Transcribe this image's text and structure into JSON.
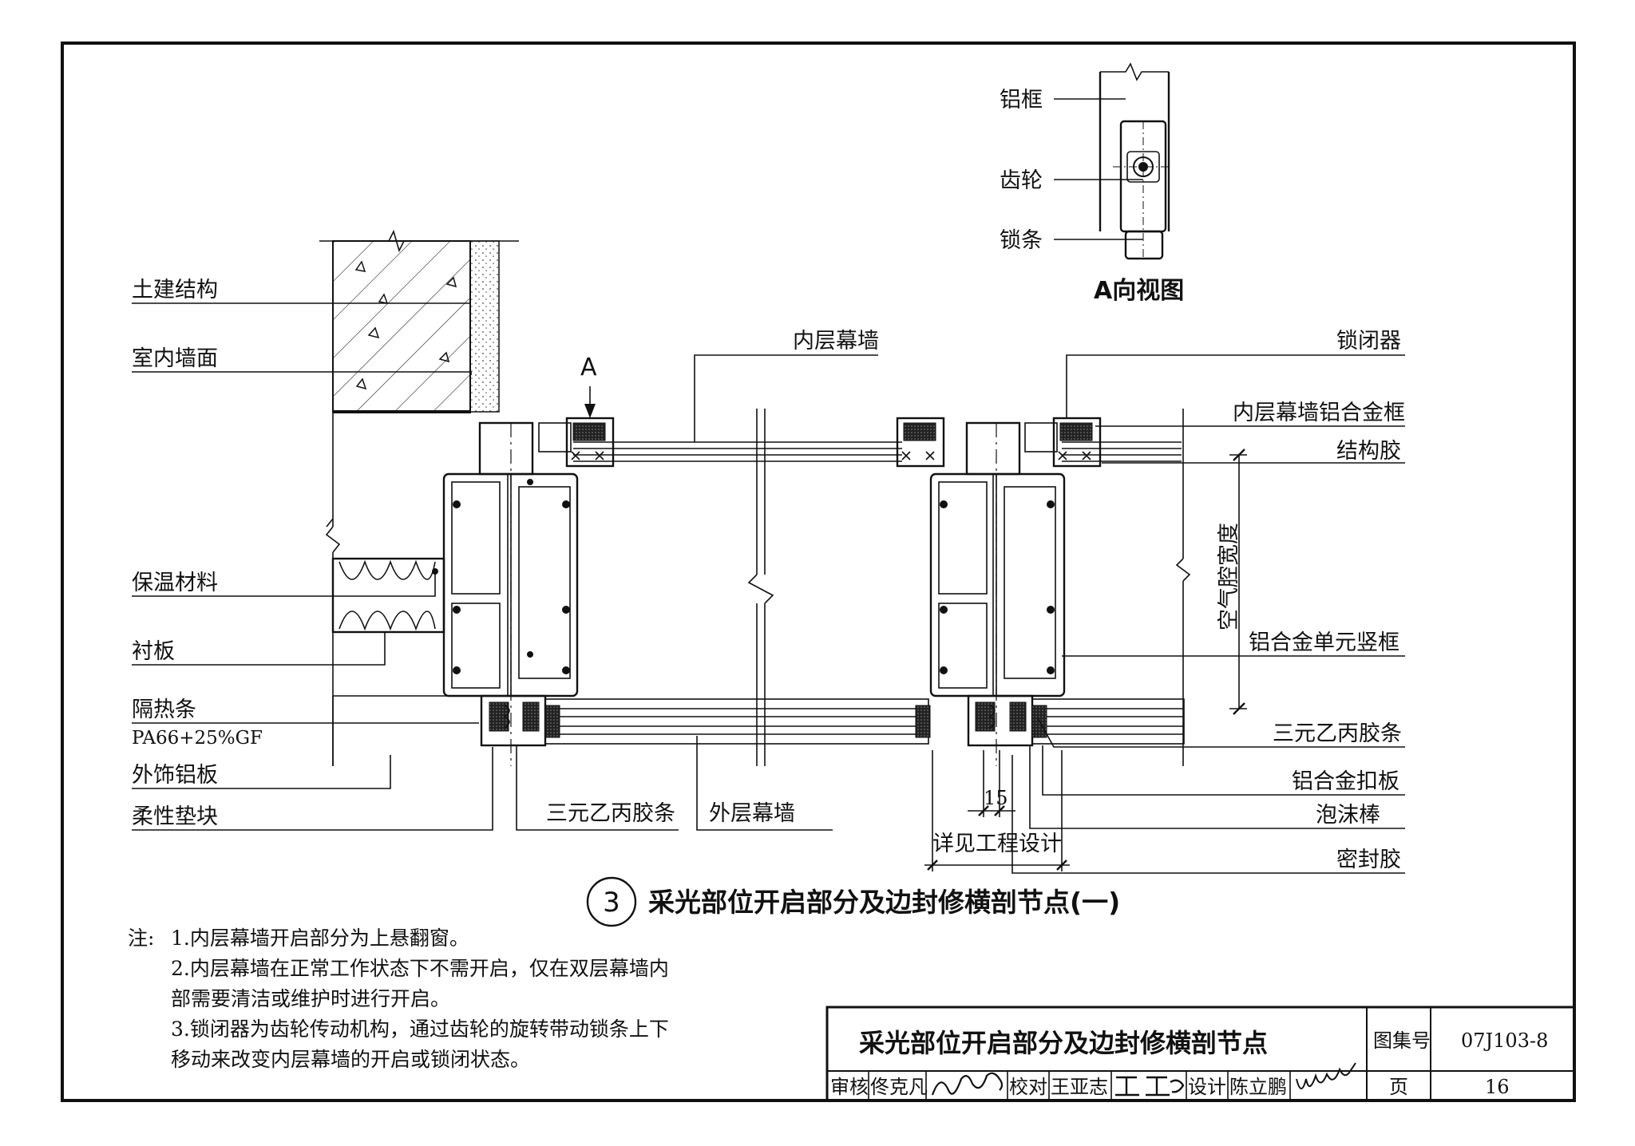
{
  "labels_left": {
    "civil_structure": "土建结构",
    "interior_wall": "室内墙面",
    "insulation": "保温材料",
    "liner_board": "衬板",
    "thermal_break": "隔热条",
    "thermal_break_material": "PA66+25%GF",
    "exterior_aluminum_panel": "外饰铝板",
    "flexible_pad": "柔性垫块"
  },
  "labels_bottom": {
    "epdm_strip": "三元乙丙胶条",
    "outer_curtain_wall": "外层幕墙",
    "see_engineering_design": "详见工程设计",
    "dim_15": "15"
  },
  "labels_center": {
    "inner_curtain_wall": "内层幕墙",
    "view_marker": "A",
    "air_cavity_width": "空气腔宽度"
  },
  "labels_right": {
    "lock": "锁闭器",
    "inner_frame": "内层幕墙铝合金框",
    "structural_sealant": "结构胶",
    "unit_mullion": "铝合金单元竖框",
    "epdm_strip": "三元乙丙胶条",
    "cover_plate": "铝合金扣板",
    "foam_rod": "泡沫棒",
    "sealant": "密封胶"
  },
  "a_view": {
    "aluminum_frame": "铝框",
    "gear": "齿轮",
    "lock_bar": "锁条",
    "title": "A向视图"
  },
  "detail_title": {
    "number": "3",
    "text": "采光部位开启部分及边封修横剖节点(一)"
  },
  "notes": {
    "prefix": "注:",
    "lines": [
      "1.内层幕墙开启部分为上悬翻窗。",
      "2.内层幕墙在正常工作状态下不需开启，仅在双层幕墙内",
      "部需要清洁或维护时进行开启。",
      "3.锁闭器为齿轮传动机构，通过齿轮的旋转带动锁条上下",
      "移动来改变内层幕墙的开启或锁闭状态。"
    ]
  },
  "title_block": {
    "sheet_title": "采光部位开启部分及边封修横剖节点",
    "atlas_label": "图集号",
    "atlas_no": "07J103-8",
    "page_label": "页",
    "page_no": "16",
    "review_label": "审核",
    "reviewer": "佟克凡",
    "check_label": "校对",
    "checker": "王亚志",
    "design_label": "设计",
    "designer": "陈立鹏"
  }
}
